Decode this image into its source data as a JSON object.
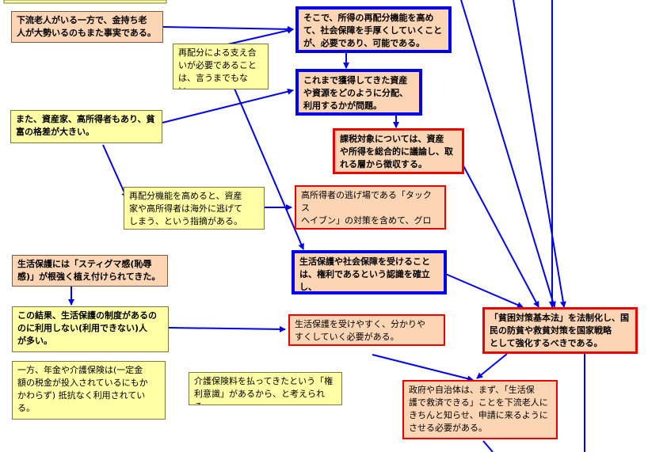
{
  "colors": {
    "arrow": "#0000ee",
    "yellow": "#ffffa6",
    "peach": "#fcd5b4",
    "blue_border": "#0000ee",
    "red_border": "#ee0000"
  },
  "boxes": {
    "lower_class_elderly": "下流老人がいる一方で、金持ち老\n人が大勢いるのもまた事実である。",
    "redistribution_support": "再配分による支え合\nいが必要であること\nは、言うまでもない。",
    "capitalists_high_income": "また、資産家、高所得者もあり、貧\n富の格差が大きい。",
    "strengthen_redistribution": "そこで、所得の再配分機能を高め\nて、社会保障を手厚くしていくこと\nが、必要であり、可能である。",
    "allocate_assets": "これまで獲得してきた資産\nや資源をどのように分配、\n利用するかが問題。",
    "taxation_target": "課税対象については、資産\nや所得を総合的に議論し、取\nれる層から徴収する。",
    "escape_abroad": "再配分機能を高めると、資産\n家や高所得者は海外に逃げて\nしまう、という指摘がある。",
    "tax_haven": "高所得者の逃げ場である「タックス\nヘイブン」の対策を含めて、グロー\nバルの視点での議論が必要。",
    "stigma": "生活保護には「スティグマ感(恥辱\n感)」が根強く植え付けられてきた。",
    "rights_awareness": "生活保護や社会保障を受けること\nは、権利であるという認識を確立し、\n浸透させる必要がある。",
    "not_used": "この結果、生活保護の制度があるの\nのに利用しない(利用できない)人\nが多い。",
    "easier_to_receive": "生活保護を受けやすく、分かりや\nすくしていく必要がある。",
    "pension_care": "一方、年金や介護保険は(一定金\n額の税金が投入されているにもか\nかわらず) 抵抗なく利用されてい\nる。",
    "care_premium_rights": "介護保険料を払ってきたという「権\n利意識」があるから、と考えられる。",
    "poverty_law": "「貧困対策基本法」を法制化し、国\n民の防貧や救貧対策を国家戦略\nとして強化するべきである。",
    "government_inform": "政府や自治体は、まず、「生活保\n護で救済できる」ことを下流老人に\nきちんと知らせ、申請に来るように\nさせる必要がある。"
  }
}
